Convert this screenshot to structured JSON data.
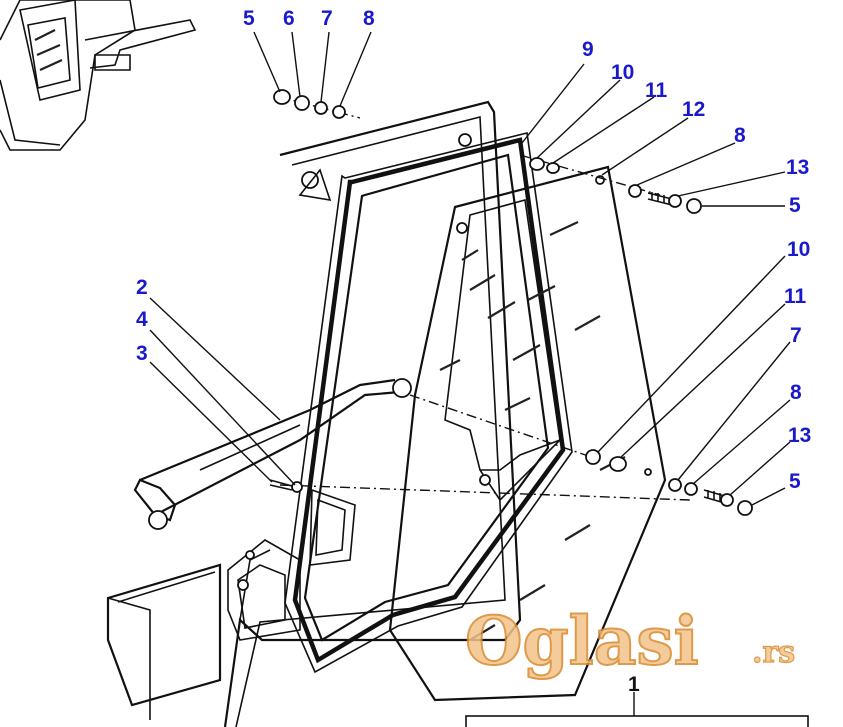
{
  "callouts": [
    {
      "id": "c5a",
      "text": "5"
    },
    {
      "id": "c6",
      "text": "6"
    },
    {
      "id": "c7a",
      "text": "7"
    },
    {
      "id": "c8a",
      "text": "8"
    },
    {
      "id": "c9",
      "text": "9"
    },
    {
      "id": "c10a",
      "text": "10"
    },
    {
      "id": "c11a",
      "text": "11"
    },
    {
      "id": "c12",
      "text": "12"
    },
    {
      "id": "c8b",
      "text": "8"
    },
    {
      "id": "c13a",
      "text": "13"
    },
    {
      "id": "c5b",
      "text": "5"
    },
    {
      "id": "c10b",
      "text": "10"
    },
    {
      "id": "c11b",
      "text": "11"
    },
    {
      "id": "c7b",
      "text": "7"
    },
    {
      "id": "c8c",
      "text": "8"
    },
    {
      "id": "c13b",
      "text": "13"
    },
    {
      "id": "c5c",
      "text": "5"
    },
    {
      "id": "c2",
      "text": "2"
    },
    {
      "id": "c4",
      "text": "4"
    },
    {
      "id": "c3",
      "text": "3"
    },
    {
      "id": "c1",
      "text": "1"
    }
  ],
  "watermark": {
    "brand": "Oglasi",
    "suffix": ".rs"
  },
  "colors": {
    "callout": "#1a1acc",
    "line": "#111111",
    "watermark": "#e9a24a"
  }
}
